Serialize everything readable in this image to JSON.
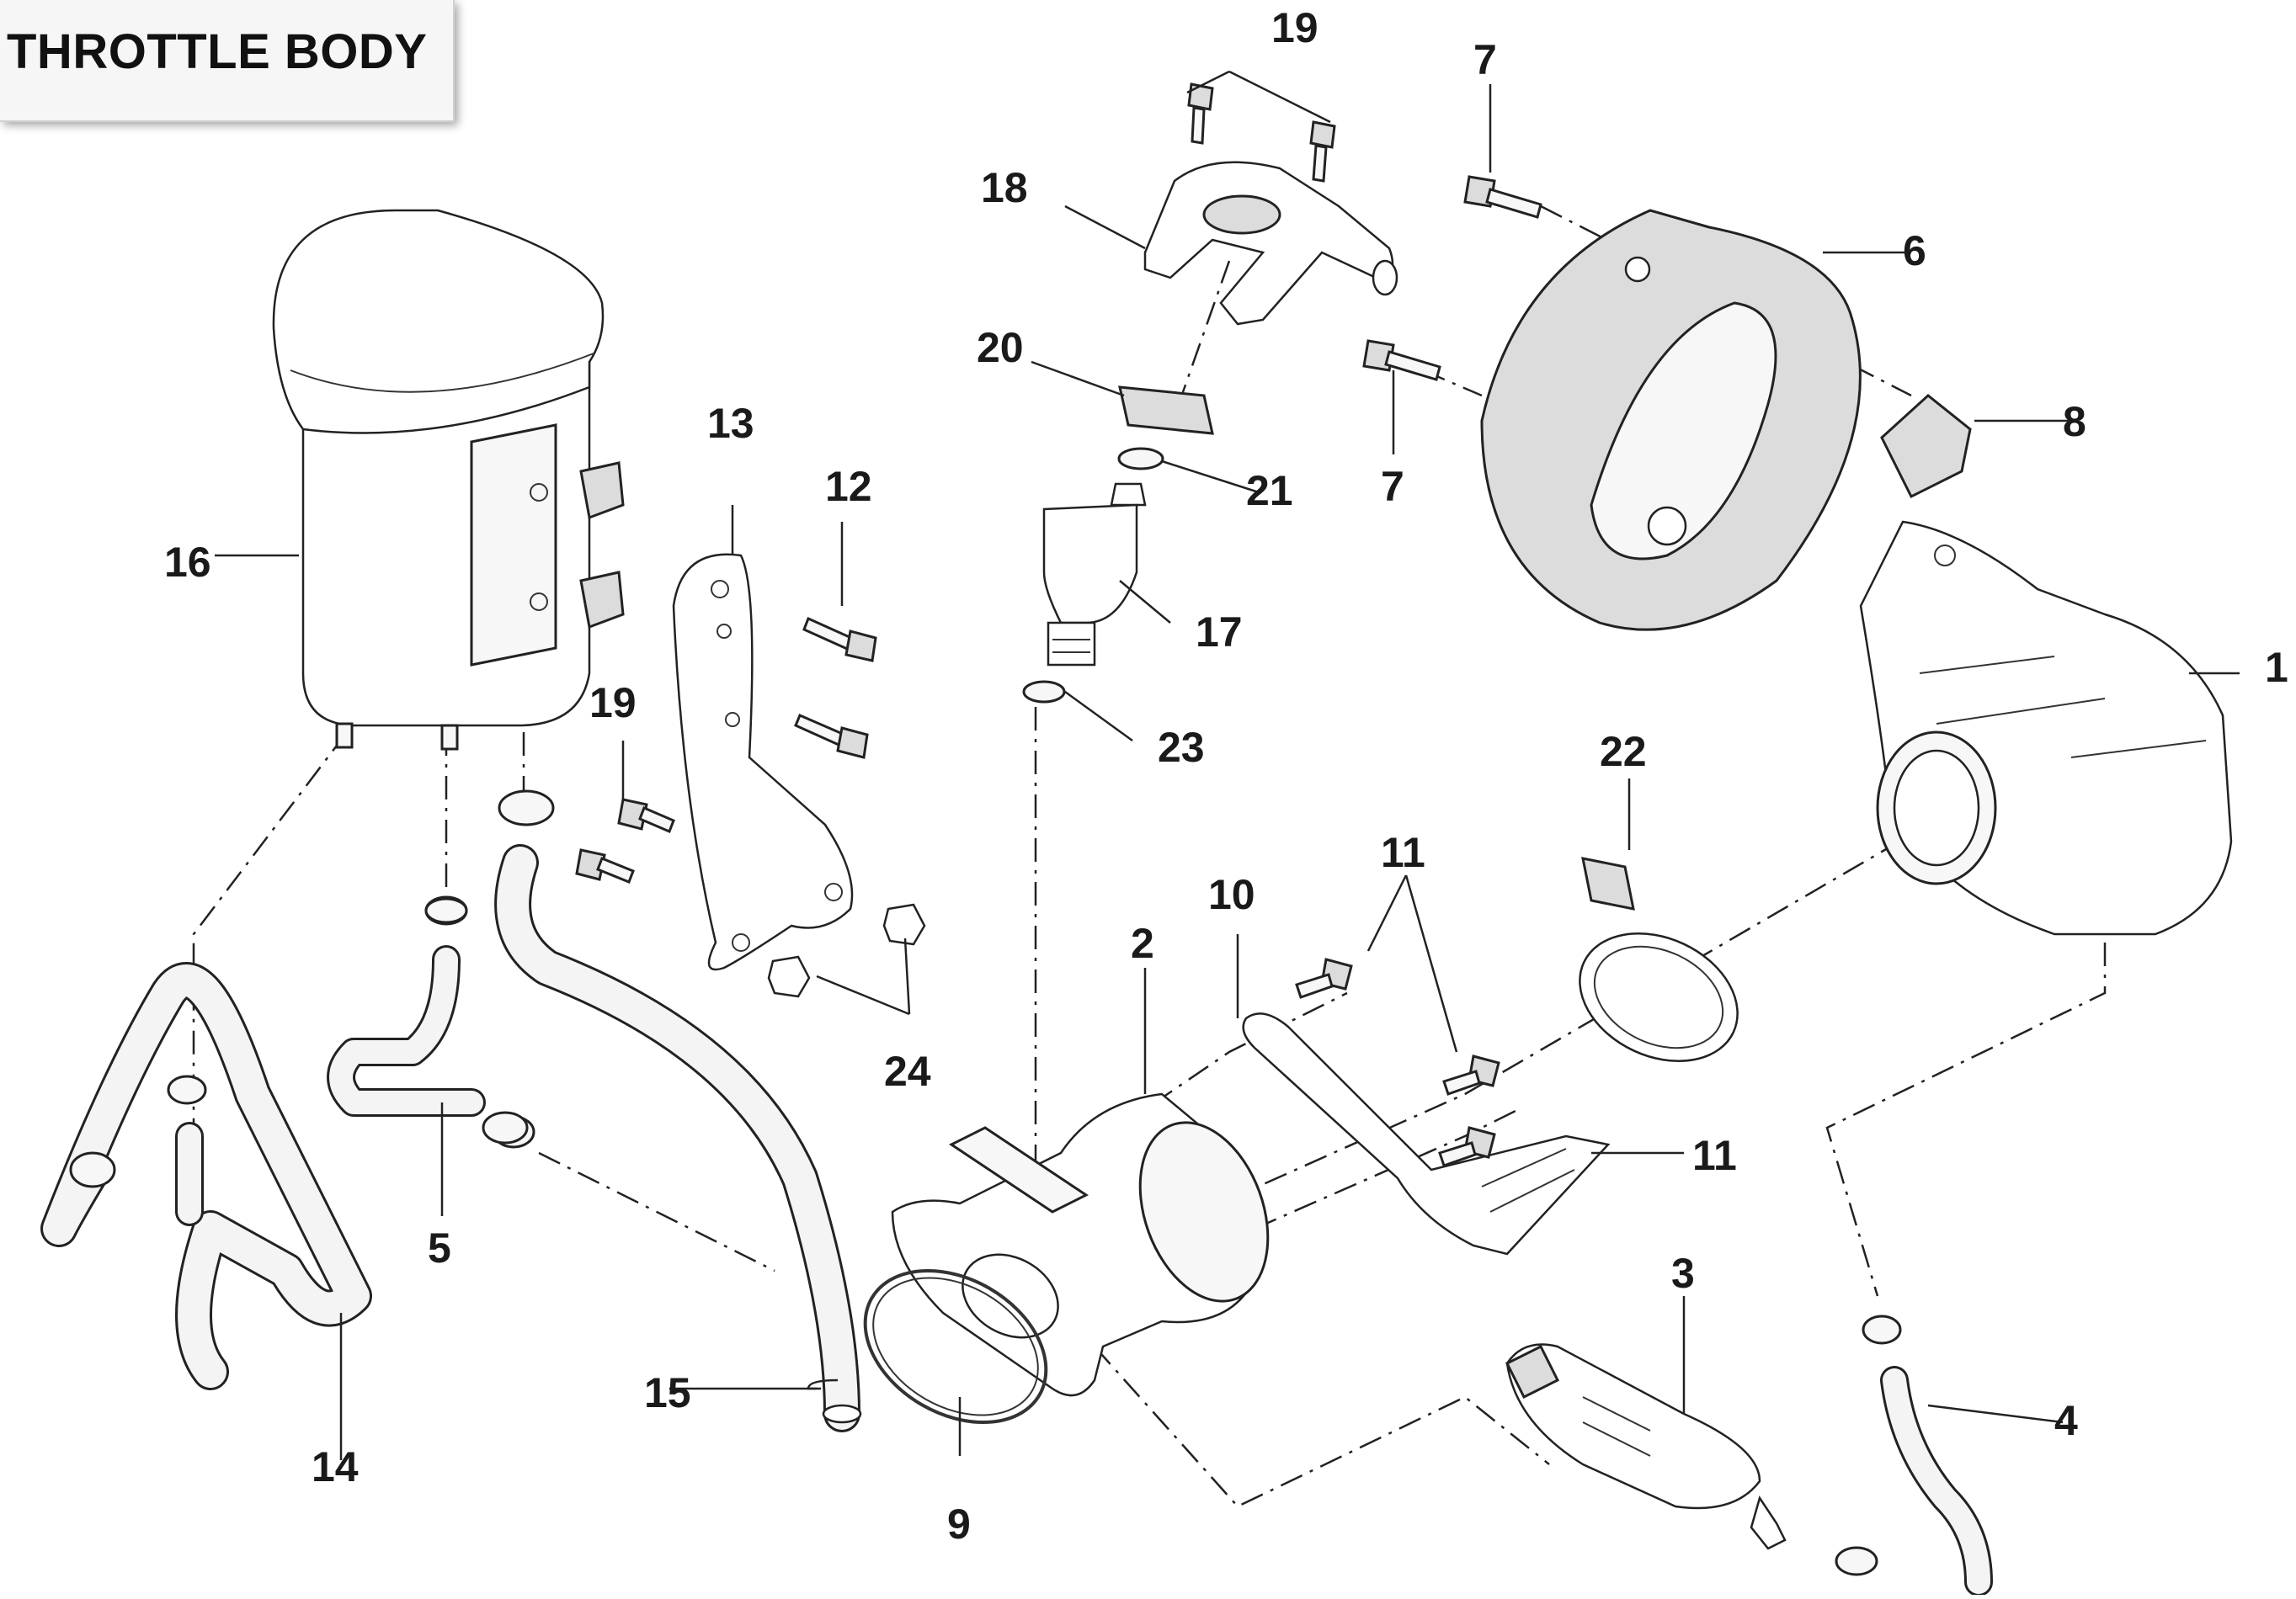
{
  "title": "THROTTLE BODY",
  "callouts": {
    "c1": "1",
    "c2": "2",
    "c3": "3",
    "c4": "4",
    "c5": "5",
    "c6": "6",
    "c7a": "7",
    "c7b": "7",
    "c8": "8",
    "c9": "9",
    "c10": "10",
    "c11a": "11",
    "c11b": "11",
    "c12": "12",
    "c13": "13",
    "c14": "14",
    "c15": "15",
    "c16": "16",
    "c17": "17",
    "c18": "18",
    "c19a": "19",
    "c19b": "19",
    "c20": "20",
    "c21": "21",
    "c22": "22",
    "c23": "23",
    "c24": "24"
  }
}
